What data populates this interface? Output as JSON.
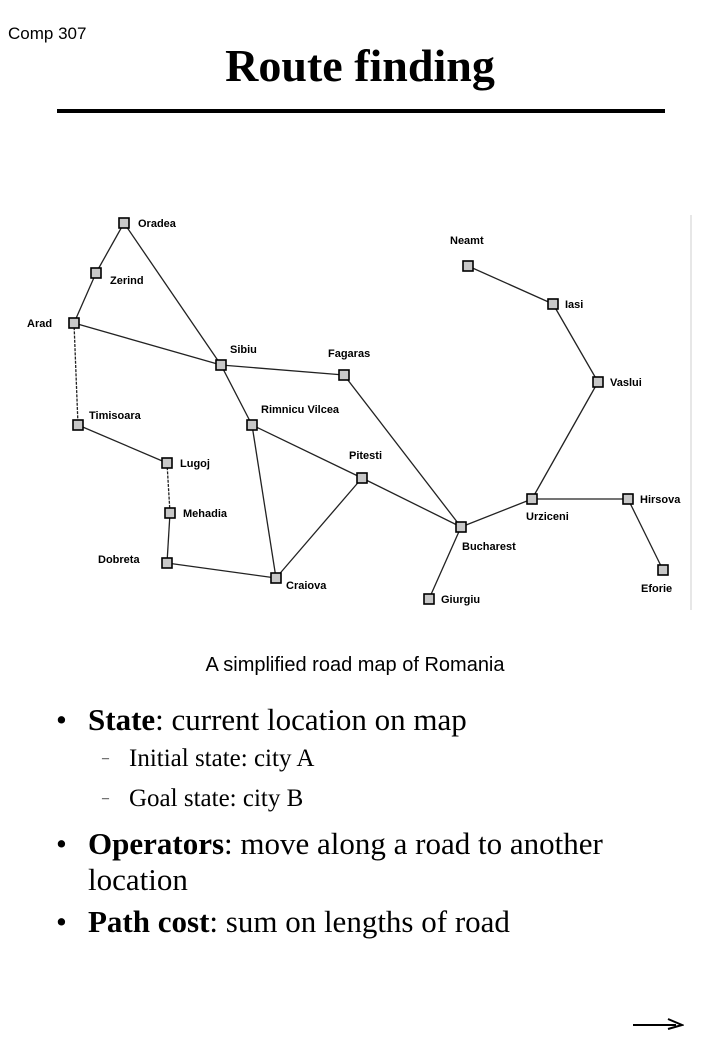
{
  "header": {
    "course": "Comp 307",
    "title": "Route finding"
  },
  "map": {
    "caption": "A simplified road map of Romania",
    "cities": [
      {
        "id": "oradea",
        "name": "Oradea"
      },
      {
        "id": "zerind",
        "name": "Zerind"
      },
      {
        "id": "arad",
        "name": "Arad"
      },
      {
        "id": "timisoara",
        "name": "Timisoara"
      },
      {
        "id": "lugoj",
        "name": "Lugoj"
      },
      {
        "id": "mehadia",
        "name": "Mehadia"
      },
      {
        "id": "dobreta",
        "name": "Dobreta"
      },
      {
        "id": "craiova",
        "name": "Craiova"
      },
      {
        "id": "sibiu",
        "name": "Sibiu"
      },
      {
        "id": "rimnicu",
        "name": "Rimnicu Vilcea"
      },
      {
        "id": "fagaras",
        "name": "Fagaras"
      },
      {
        "id": "pitesti",
        "name": "Pitesti"
      },
      {
        "id": "bucharest",
        "name": "Bucharest"
      },
      {
        "id": "giurgiu",
        "name": "Giurgiu"
      },
      {
        "id": "urziceni",
        "name": "Urziceni"
      },
      {
        "id": "hirsova",
        "name": "Hirsova"
      },
      {
        "id": "eforie",
        "name": "Eforie"
      },
      {
        "id": "vaslui",
        "name": "Vaslui"
      },
      {
        "id": "iasi",
        "name": "Iasi"
      },
      {
        "id": "neamt",
        "name": "Neamt"
      }
    ],
    "roads": [
      [
        "oradea",
        "zerind"
      ],
      [
        "zerind",
        "arad"
      ],
      [
        "oradea",
        "sibiu"
      ],
      [
        "arad",
        "sibiu"
      ],
      [
        "arad",
        "timisoara"
      ],
      [
        "timisoara",
        "lugoj"
      ],
      [
        "lugoj",
        "mehadia"
      ],
      [
        "mehadia",
        "dobreta"
      ],
      [
        "dobreta",
        "craiova"
      ],
      [
        "sibiu",
        "fagaras"
      ],
      [
        "sibiu",
        "rimnicu"
      ],
      [
        "rimnicu",
        "craiova"
      ],
      [
        "rimnicu",
        "pitesti"
      ],
      [
        "craiova",
        "pitesti"
      ],
      [
        "pitesti",
        "bucharest"
      ],
      [
        "fagaras",
        "bucharest"
      ],
      [
        "bucharest",
        "giurgiu"
      ],
      [
        "bucharest",
        "urziceni"
      ],
      [
        "urziceni",
        "hirsova"
      ],
      [
        "hirsova",
        "eforie"
      ],
      [
        "urziceni",
        "vaslui"
      ],
      [
        "vaslui",
        "iasi"
      ],
      [
        "iasi",
        "neamt"
      ]
    ]
  },
  "bullets": [
    {
      "bold": "State",
      "rest": ": current location on map",
      "subs": [
        "Initial state: city A",
        "Goal state: city B"
      ]
    },
    {
      "bold": "Operators",
      "rest": ": move along a road to another location",
      "subs": []
    },
    {
      "bold": "Path cost",
      "rest": ": sum on lengths of road",
      "subs": []
    }
  ],
  "symbols": {
    "bullet": "•",
    "dash": "–"
  }
}
